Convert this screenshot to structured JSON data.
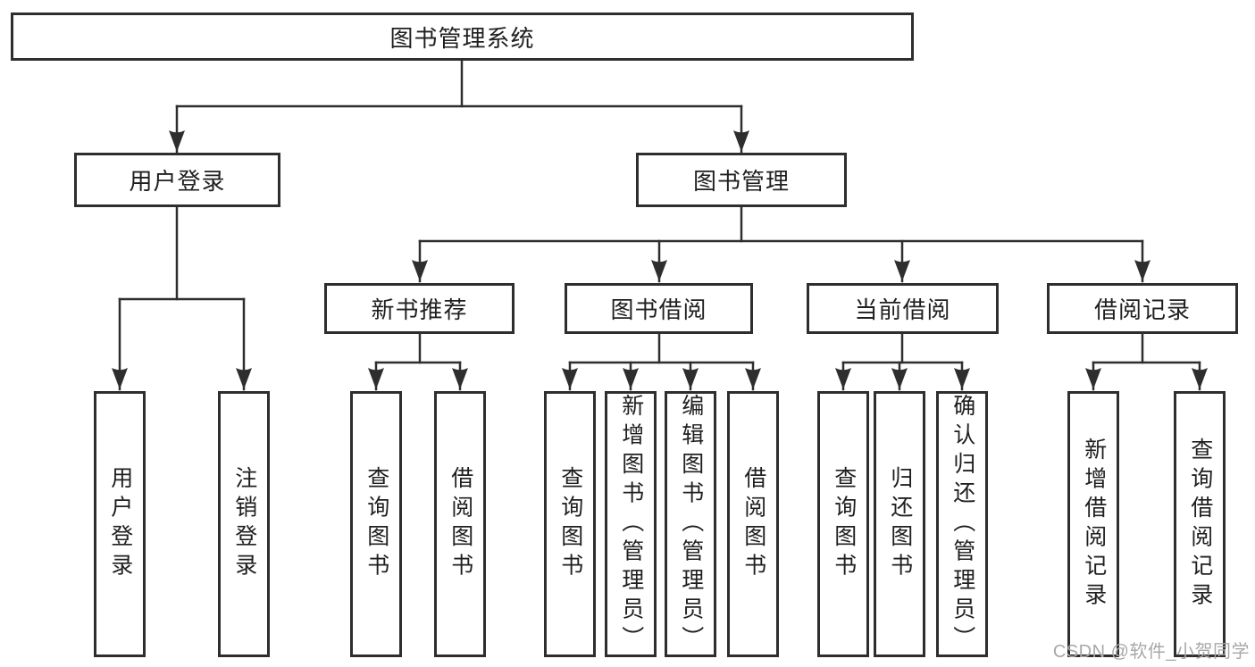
{
  "diagram_title": "图书管理系统",
  "nodes": {
    "root": "图书管理系统",
    "user_login": "用户登录",
    "book_mgmt": "图书管理",
    "new_book_rec": "新书推荐",
    "book_borrow": "图书借阅",
    "current_borrow": "当前借阅",
    "borrow_records": "借阅记录",
    "leaf_user_login": "用户登录",
    "leaf_logout": "注销登录",
    "nb_query_books": "查询图书",
    "nb_borrow_books": "借阅图书",
    "bb_query_books": "查询图书",
    "bb_add_books": "新增图书（管理员）",
    "bb_edit_books": "编辑图书（管理员）",
    "bb_borrow_books": "借阅图书",
    "cb_query_books": "查询图书",
    "cb_return_books": "归还图书",
    "cb_confirm_return": "确认归还（管理员）",
    "br_add_record": "新增借阅记录",
    "br_query_record": "查询借阅记录"
  },
  "watermark": "CSDN @软件_小贺同学",
  "colors": {
    "line": "#2e2e2e",
    "text": "#1f1f1f",
    "watermark_text": "#a8a8a8",
    "background": "#ffffff"
  }
}
